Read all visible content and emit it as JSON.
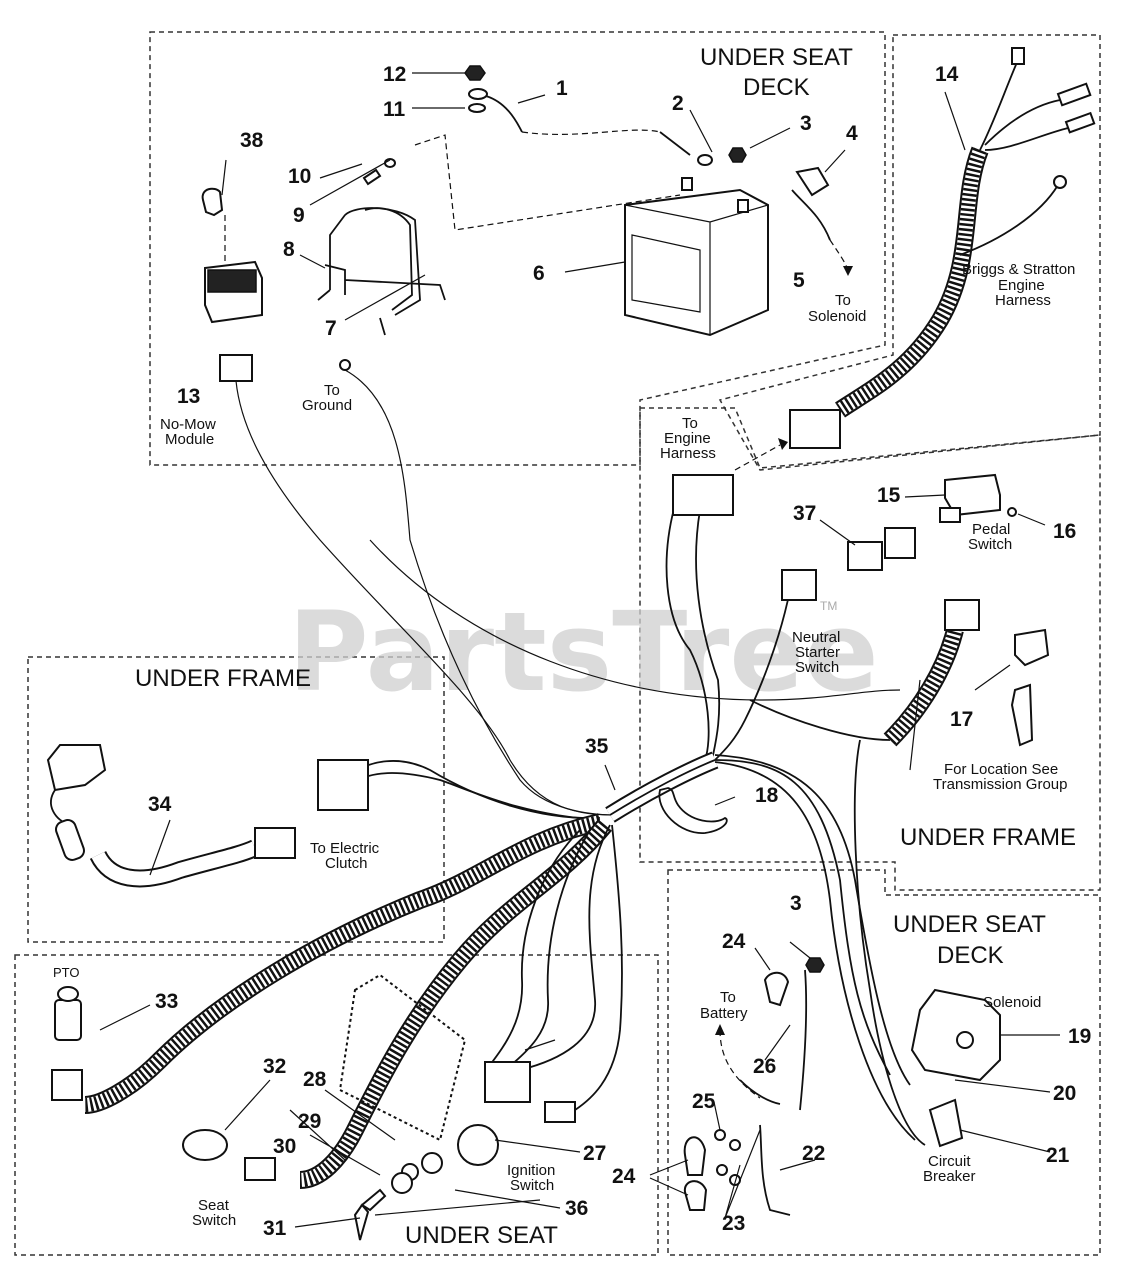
{
  "watermark": "PartsTree",
  "watermark_tm": "TM",
  "sections": {
    "under_seat_deck_top": [
      "UNDER SEAT",
      "DECK"
    ],
    "under_frame_left": "UNDER FRAME",
    "under_frame_right": "UNDER FRAME",
    "under_seat_deck_bottom": [
      "UNDER SEAT",
      "DECK"
    ],
    "under_seat": "UNDER SEAT"
  },
  "labels": {
    "to_solenoid": [
      "To",
      "Solenoid"
    ],
    "briggs": [
      "Briggs & Stratton",
      "Engine",
      "Harness"
    ],
    "no_mow": [
      "No-Mow",
      "Module"
    ],
    "to_ground": [
      "To",
      "Ground"
    ],
    "to_engine_harness": [
      "To",
      "Engine",
      "Harness"
    ],
    "pedal_switch": [
      "Pedal",
      "Switch"
    ],
    "neutral_starter": [
      "Neutral",
      "Starter",
      "Switch"
    ],
    "for_location": [
      "For Location See",
      "Transmission Group"
    ],
    "to_electric_clutch": [
      "To Electric",
      "Clutch"
    ],
    "pto": "PTO",
    "to_battery": [
      "To",
      "Battery"
    ],
    "solenoid": "Solenoid",
    "circuit_breaker": [
      "Circuit",
      "Breaker"
    ],
    "seat_switch": [
      "Seat",
      "Switch"
    ],
    "ignition_switch": [
      "Ignition",
      "Switch"
    ]
  },
  "callouts": {
    "n1": "1",
    "n2": "2",
    "n3a": "3",
    "n4": "4",
    "n5": "5",
    "n6": "6",
    "n7": "7",
    "n8": "8",
    "n9": "9",
    "n10": "10",
    "n11": "11",
    "n12": "12",
    "n13": "13",
    "n14": "14",
    "n15": "15",
    "n16": "16",
    "n17": "17",
    "n18": "18",
    "n19": "19",
    "n20": "20",
    "n21": "21",
    "n22": "22",
    "n23": "23",
    "n24a": "24",
    "n24b": "24",
    "n25": "25",
    "n26": "26",
    "n27": "27",
    "n28": "28",
    "n29": "29",
    "n30": "30",
    "n31": "31",
    "n32": "32",
    "n33": "33",
    "n34": "34",
    "n35": "35",
    "n36": "36",
    "n37": "37",
    "n38": "38",
    "n3b": "3"
  }
}
